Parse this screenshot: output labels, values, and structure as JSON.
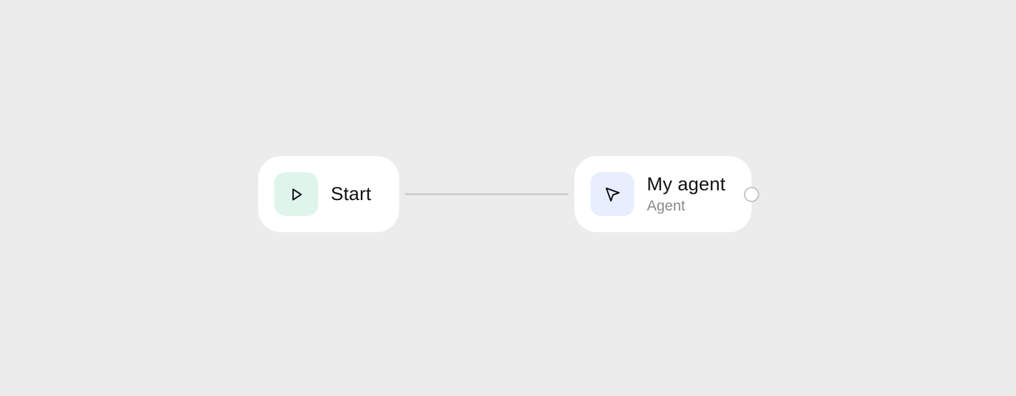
{
  "canvas": {
    "background_color": "#ececec"
  },
  "nodes": {
    "start": {
      "label": "Start",
      "icon": "play-icon",
      "icon_background": "#dff5ec"
    },
    "agent": {
      "title": "My agent",
      "subtitle": "Agent",
      "icon": "cursor-arrow-icon",
      "icon_background": "#e8eefd"
    }
  },
  "edge": {
    "from": "Start",
    "to": "My agent",
    "color": "#cfcfcf"
  }
}
